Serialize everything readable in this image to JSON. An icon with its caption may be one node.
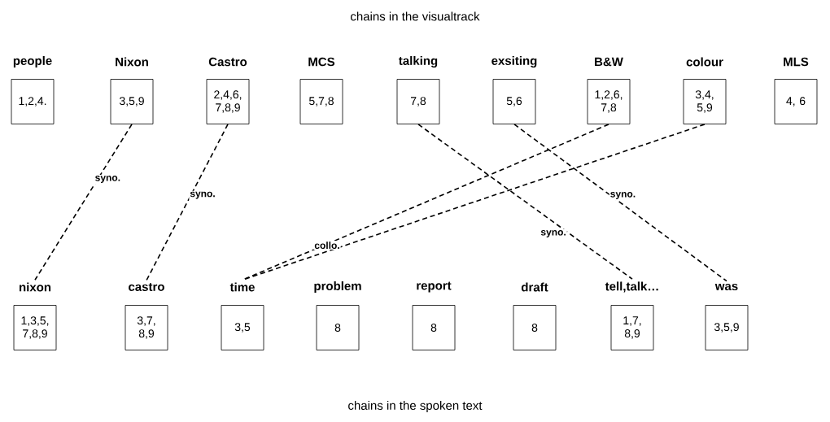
{
  "diagram": {
    "title": "chains in the visualtrack",
    "caption": "chains in the spoken text",
    "nodes": [
      {
        "text": [
          "people",
          "1,2,4."
        ]
      },
      {
        "text": [
          "Nixon",
          "3,5,9"
        ]
      },
      {
        "text": [
          "Castro",
          "2,4,6, 7,8,9"
        ]
      },
      {
        "text": [
          "MCS",
          "5,7,8"
        ]
      },
      {
        "text": [
          "talking",
          "7,8"
        ]
      },
      {
        "text": [
          "exsiting",
          "5,6"
        ]
      },
      {
        "text": [
          "B&W",
          "1,2,6, 7,8"
        ]
      },
      {
        "text": [
          "colour",
          "3,4, 5,9"
        ]
      },
      {
        "text": [
          "MLS",
          "4, 6"
        ]
      },
      {
        "text": [
          "nixon",
          "1,3,5, 7,8,9"
        ]
      },
      {
        "text": [
          "castro",
          "3,7, 8,9"
        ]
      },
      {
        "text": [
          "time",
          "3,5"
        ]
      },
      {
        "text": [
          "problem",
          "8"
        ]
      },
      {
        "text": [
          "report",
          "8"
        ]
      },
      {
        "text": [
          "draft",
          "8"
        ]
      },
      {
        "text": [
          "tell,talk…",
          "1,7, 8,9"
        ]
      },
      {
        "text": [
          "was",
          "3,5,9"
        ]
      }
    ],
    "edges": [
      {
        "from": 1,
        "to": 9,
        "arrow": "none",
        "style": "dashed",
        "label": "syno."
      },
      {
        "from": 2,
        "to": 10,
        "arrow": "none",
        "style": "dashed",
        "label": "syno."
      },
      {
        "from": 6,
        "to": 11,
        "arrow": "none",
        "style": "dashed",
        "label": "collo."
      },
      {
        "from": 7,
        "to": 11,
        "arrow": "none",
        "style": "dashed"
      },
      {
        "from": 4,
        "to": 15,
        "arrow": "none",
        "style": "dashed",
        "label": "syno."
      },
      {
        "from": 5,
        "to": 16,
        "arrow": "none",
        "style": "dashed",
        "label": "syno."
      }
    ]
  }
}
